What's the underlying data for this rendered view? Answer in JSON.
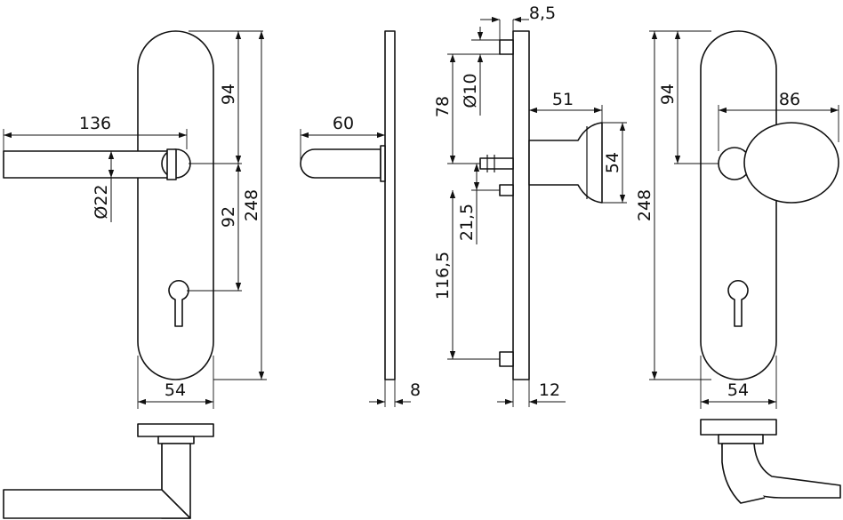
{
  "dimensions": {
    "lever_front": {
      "lever_length": "136",
      "lever_diameter": "Ø22",
      "upper_to_spindle": "94",
      "spindle_to_cylinder": "92",
      "plate_height": "248",
      "plate_width": "54"
    },
    "lever_side": {
      "projection": "60",
      "plate_thickness": "8"
    },
    "knob_side": {
      "top_offset": "8,5",
      "hole_diameter": "Ø10",
      "top_to_spindle": "78",
      "knob_projection": "51",
      "knob_diameter": "54",
      "spindle_to_screw": "21,5",
      "screw_spacing": "116,5",
      "plate_thickness": "12"
    },
    "knob_front": {
      "upper_to_spindle": "94",
      "knob_width": "86",
      "plate_height": "248",
      "plate_width": "54"
    }
  }
}
